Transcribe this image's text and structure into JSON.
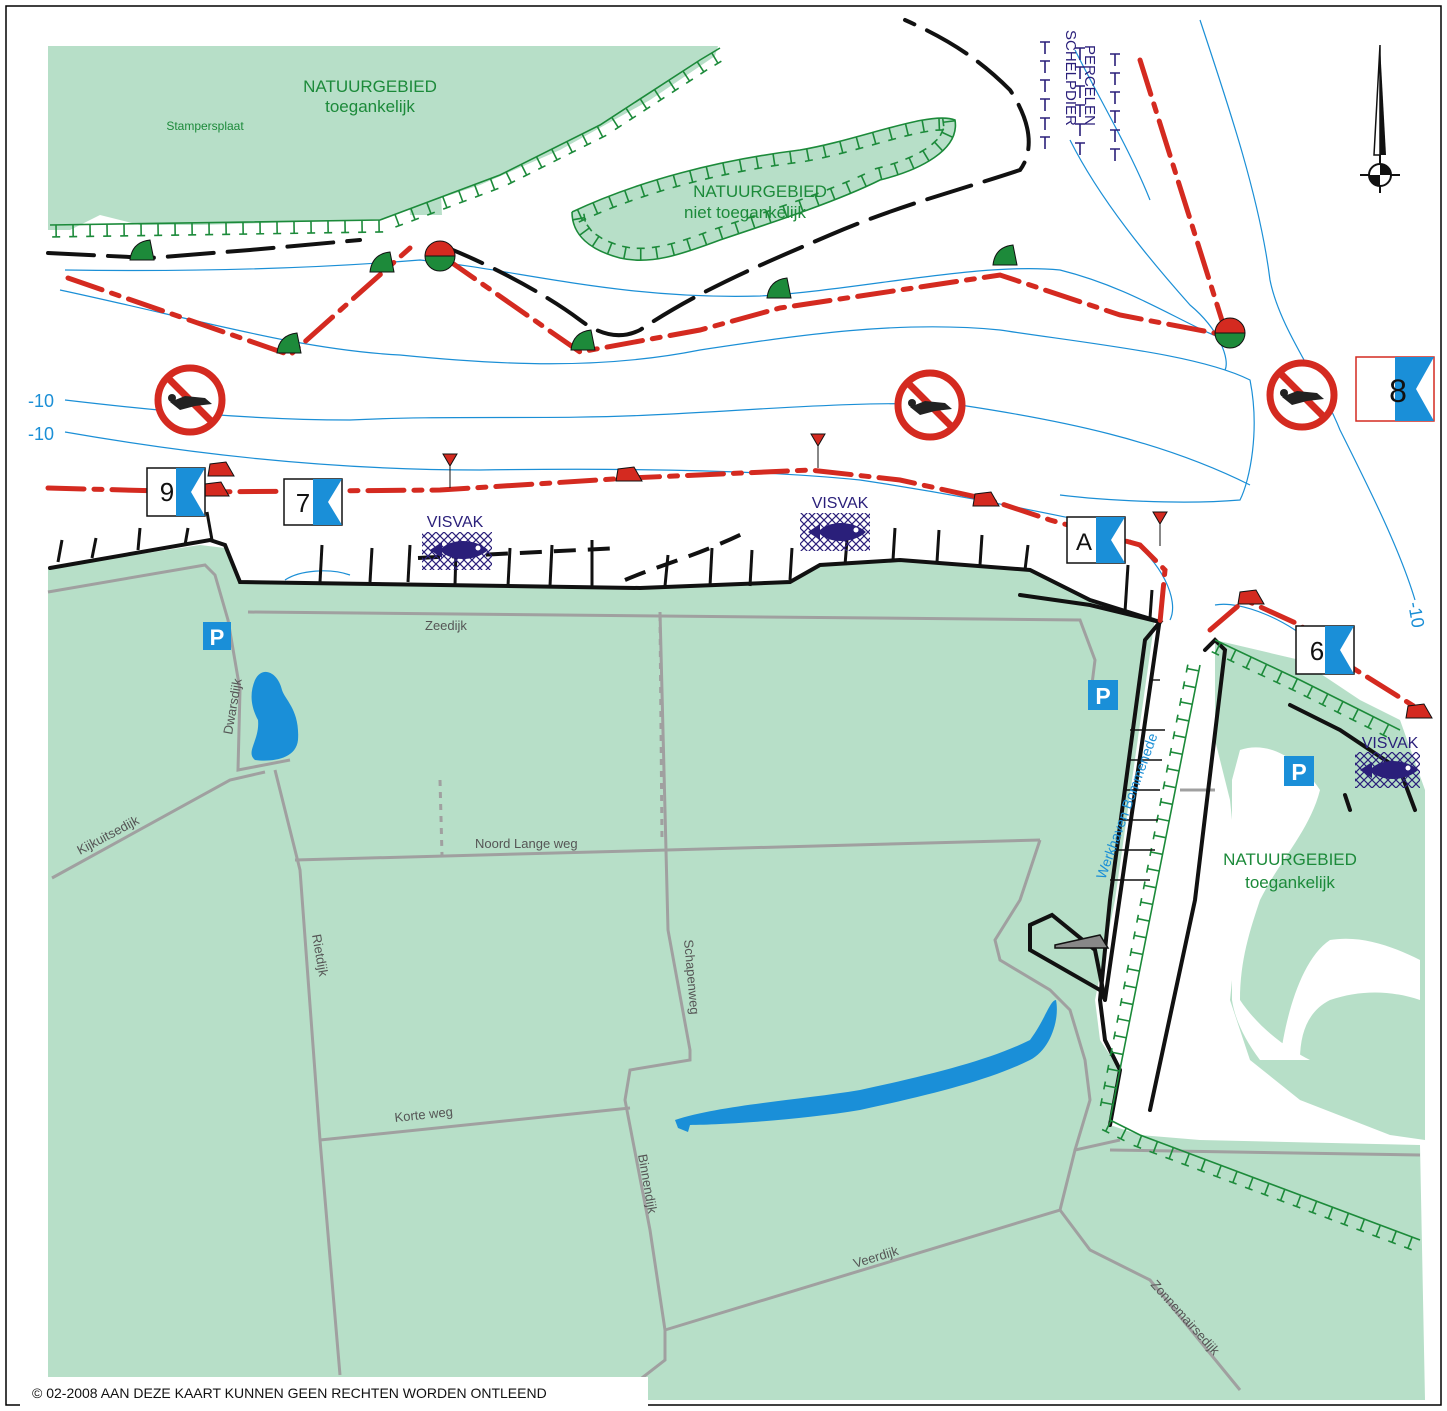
{
  "colors": {
    "land": "#b7dfc8",
    "water": "#ffffff",
    "lake": "#1a8fd8",
    "road": "#a0a0a0",
    "dike": "#111111",
    "channel": "#d42a20",
    "nature": "#1c8a3a",
    "depth": "#1b8fd6",
    "fish": "#2a1f7a",
    "parking": "#1a8fd8",
    "noDive": "#d42a20",
    "buoyGreen": "#1d8a3a",
    "buoyRed": "#d42a20"
  },
  "labels": {
    "nature1_title": "NATUURGEBIED",
    "nature1_sub": "toegankelijk",
    "nature1_place": "Stampersplaat",
    "nature2_title": "NATUURGEBIED",
    "nature2_sub": "niet toegankelijk",
    "nature3_title": "NATUURGEBIED",
    "nature3_sub": "toegankelijk",
    "shellfish_1": "SCHELPDIER",
    "shellfish_2": "PERCELEN",
    "depth_1": "-10",
    "depth_2": "-10",
    "depth_3": "-10",
    "visvak_1": "VISVAK",
    "visvak_2": "VISVAK",
    "visvak_3": "VISVAK",
    "harbour": "Werkhaven Bommenede",
    "parking": "P"
  },
  "dive_sites": {
    "flag_9": "9",
    "flag_7": "7",
    "flag_a": "A",
    "flag_6": "6",
    "flag_8": "8"
  },
  "roads": {
    "zeedijk": "Zeedijk",
    "dwarsdijk": "Dwarsdijk",
    "kijkuitsedijk": "Kijkuitsedijk",
    "noord_lange_weg": "Noord Lange weg",
    "rietdijk": "Rietdijk",
    "schapenweg": "Schapenweg",
    "korte_weg": "Korte weg",
    "binnendijk": "Binnendijk",
    "veerdijk": "Veerdijk",
    "zonnemairsedijk": "Zonnemairsedijk"
  },
  "footer": {
    "copyright": "© 02-2008 AAN DEZE KAART KUNNEN GEEN RECHTEN WORDEN ONTLEEND"
  },
  "icons": {
    "north": "north-arrow-icon",
    "no_diving": "no-diving-icon",
    "fish": "fish-icon",
    "parking": "parking-icon",
    "buoy": "buoy-icon"
  }
}
